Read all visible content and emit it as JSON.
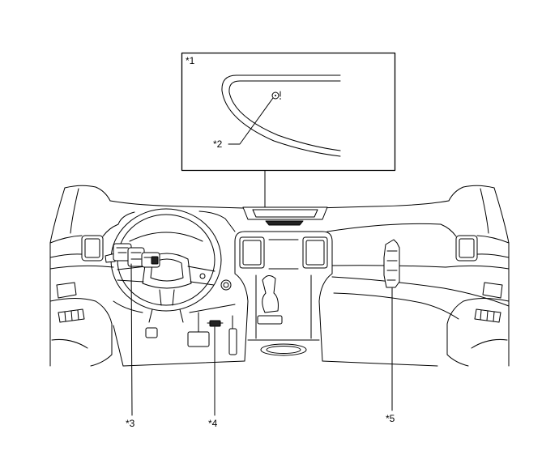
{
  "inset": {
    "label": "*1",
    "callout": "*2"
  },
  "callouts": [
    "*3",
    "*4",
    "*5"
  ]
}
